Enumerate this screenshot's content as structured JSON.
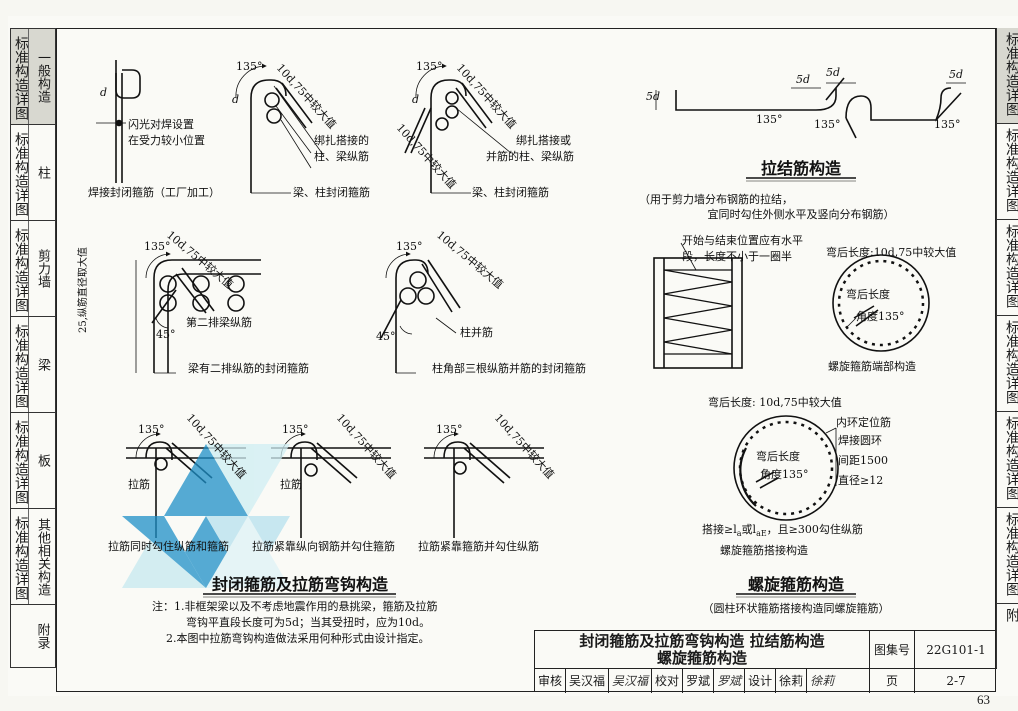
{
  "left_tabs": [
    {
      "a": "标准构造详图",
      "b": "一般构造",
      "active": true
    },
    {
      "a": "标准构造详图",
      "b": "柱",
      "active": false
    },
    {
      "a": "标准构造详图",
      "b": "剪力墙",
      "active": false
    },
    {
      "a": "标准构造详图",
      "b": "梁",
      "active": false
    },
    {
      "a": "标准构造详图",
      "b": "板",
      "active": false
    },
    {
      "a": "标准构造详图",
      "b": "其他相关构造",
      "active": false
    },
    {
      "a": "",
      "b": "附录",
      "active": false
    }
  ],
  "right_tabs": [
    "标准构造详图",
    "标准构造详图",
    "标准构造详图",
    "标准构造详图",
    "标准构造详图",
    "标准构造详图",
    "附"
  ],
  "labels": {
    "weld_d": "d",
    "weld_note1": "闪光对焊设置",
    "weld_note2": "在受力较小位置",
    "weld_caption": "焊接封闭箍筋（工厂加工）",
    "deg135": "135°",
    "deg45": "45°",
    "ext10d": "10d,75中较大值",
    "tie1_a": "绑扎搭接的",
    "tie1_b": "柱、梁纵筋",
    "tie1_c": "梁、柱封闭箍筋",
    "tie2_a": "绑扎搭接或",
    "tie2_b": "并筋的柱、梁纵筋",
    "tie2_c": "梁、柱封闭箍筋",
    "beam_side": "25,纵筋直径取大值",
    "beam_second": "第二排梁纵筋",
    "beam_caption": "梁有二排纵筋的封闭箍筋",
    "col_bundle": "柱并筋",
    "col_caption": "柱角部三根纵筋并筋的封闭箍筋",
    "tie_bar": "拉筋",
    "hook_a": "拉筋同时勾住纵筋和箍筋",
    "hook_b": "拉筋紧靠纵向钢筋并勾住箍筋",
    "hook_c": "拉筋紧靠箍筋并勾住纵筋",
    "sec1_title": "封闭箍筋及拉筋弯钩构造",
    "note1": "注：1.非框架梁以及不考虑地震作用的悬挑梁，箍筋及拉筋",
    "note1b": "弯钩平直段长度可为5d；当其受扭时，应为10d。",
    "note2": "2.本图中拉筋弯钩构造做法采用何种形式由设计指定。",
    "d5": "5d",
    "lj_title": "拉结筋构造",
    "lj_sub1": "（用于剪力墙分布钢筋的拉结，",
    "lj_sub2": "宜同时勾住外侧水平及竖向分布钢筋）",
    "sp_start1": "开始与结束位置应有水平",
    "sp_start2": "段，长度不小于一圈半",
    "sp_bend": "弯后长度:10d,75中较大值",
    "sp_len": "弯后长度",
    "sp_ang": "角度135°",
    "sp_end_caption": "螺旋箍筋端部构造",
    "sp_bend2": "弯后长度: 10d,75中较大值",
    "ring1": "内环定位筋",
    "ring2": "焊接圆环",
    "ring3": "间距1500",
    "ring4": "直径≥12",
    "lap": "搭接≥l",
    "lap_sub": "a",
    "lap2": "或l",
    "lap2_sub": "aE",
    "lap3": "，且≥300勾住纵筋",
    "lap_caption": "螺旋箍筋搭接构造",
    "sp_title": "螺旋箍筋构造",
    "sp_sub": "（圆柱环状箍筋搭接构造同螺旋箍筋）"
  },
  "title_block": {
    "title1": "封闭箍筋及拉筋弯钩构造    拉结筋构造",
    "title2": "螺旋箍筋构造",
    "atlas_label": "图集号",
    "atlas_no": "22G101-1",
    "page_label": "页",
    "page_no": "2-7",
    "sig": [
      "审核",
      "吴汉福",
      "吴汉福",
      "校对",
      "罗斌",
      "罗斌",
      "设计",
      "徐莉",
      "徐莉"
    ]
  },
  "page_number": "63"
}
